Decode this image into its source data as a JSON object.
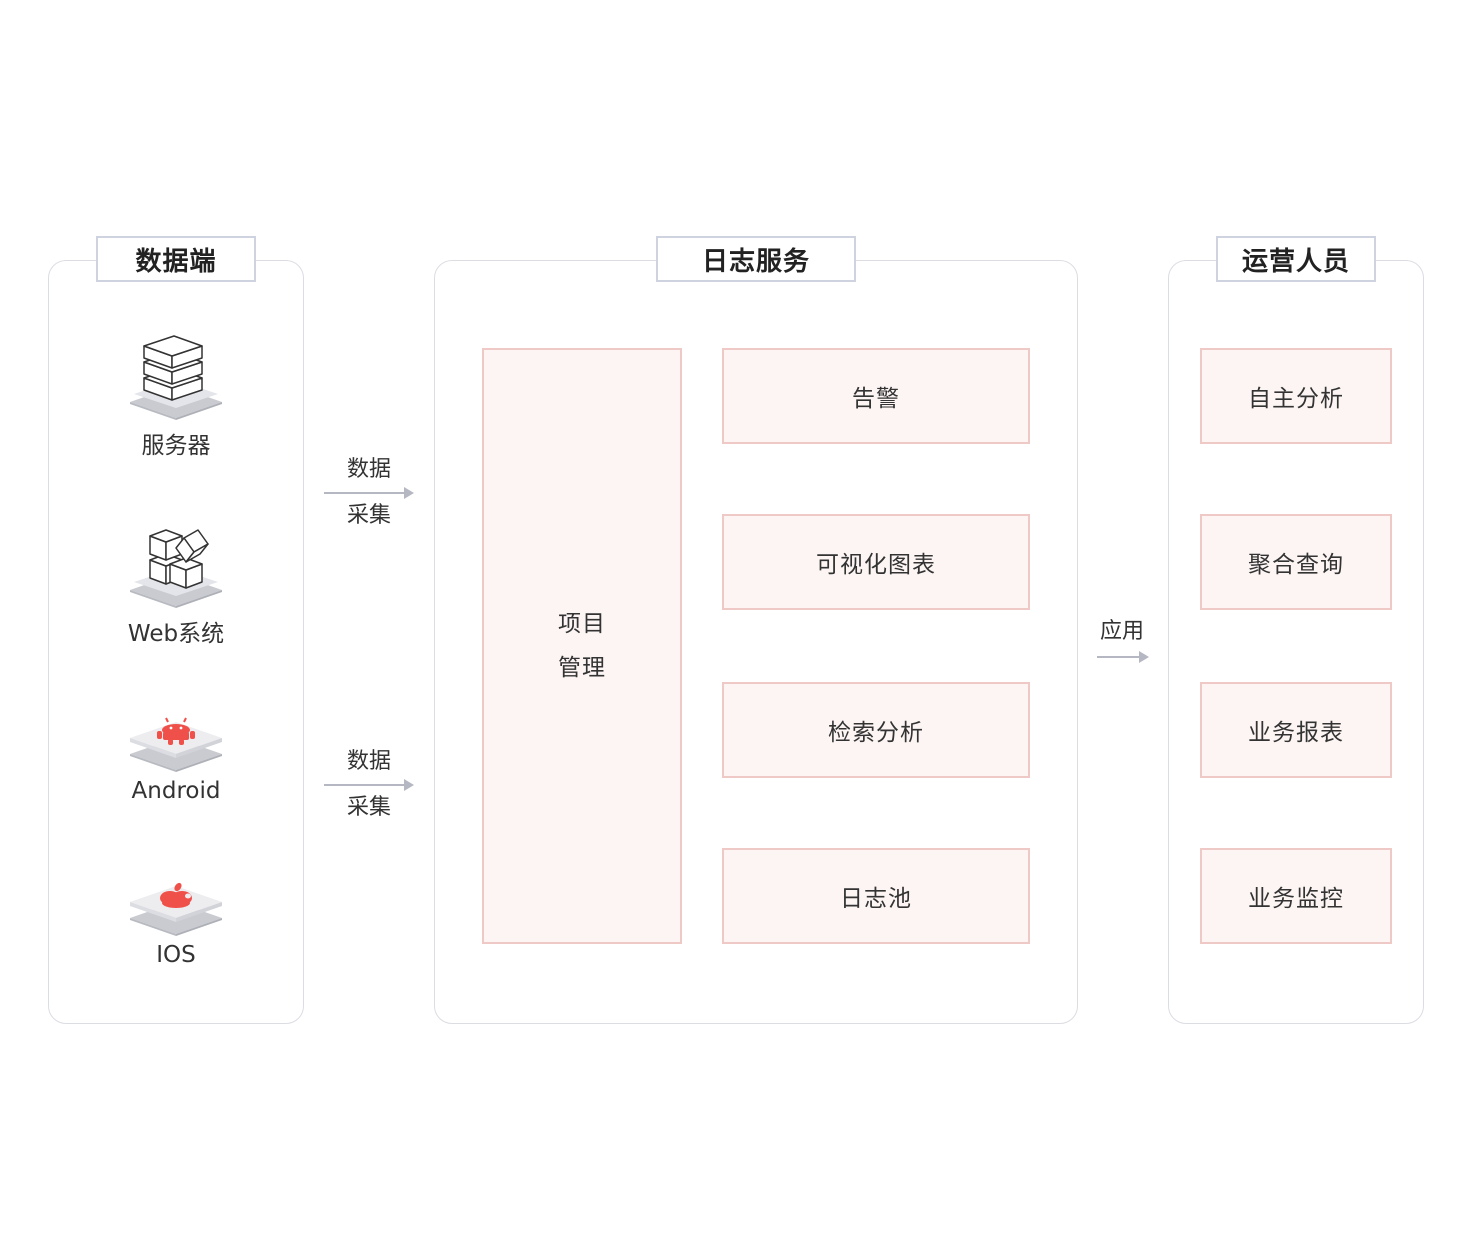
{
  "panels": {
    "source": {
      "title": "数据端",
      "items": [
        {
          "label": "服务器",
          "icon": "server-stack-icon"
        },
        {
          "label": "Web系统",
          "icon": "web-cubes-icon"
        },
        {
          "label": "Android",
          "icon": "android-icon"
        },
        {
          "label": "IOS",
          "icon": "apple-icon"
        }
      ]
    },
    "service": {
      "title": "日志服务",
      "project": {
        "line1": "项目",
        "line2": "管理"
      },
      "modules": [
        "告警",
        "可视化图表",
        "检索分析",
        "日志池"
      ]
    },
    "users": {
      "title": "运营人员",
      "modules": [
        "自主分析",
        "聚合查询",
        "业务报表",
        "业务监控"
      ]
    }
  },
  "flows": {
    "collect_top": {
      "line1": "数据",
      "line2": "采集"
    },
    "collect_bottom": {
      "line1": "数据",
      "line2": "采集"
    },
    "apply": {
      "label": "应用"
    }
  },
  "colors": {
    "panel_border": "#dcdde3",
    "title_border": "#cfd3e0",
    "box_fill": "#fcf5f4",
    "box_border": "#efc9c6",
    "accent_red": "#f0504a",
    "arrow": "#b5b8c2"
  }
}
